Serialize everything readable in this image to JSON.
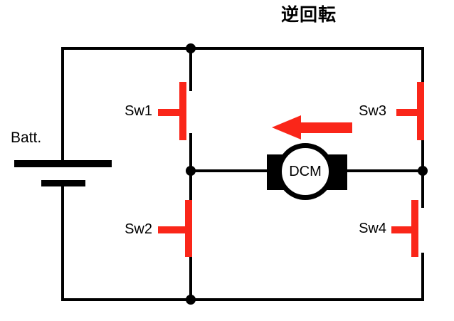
{
  "title": "逆回転",
  "colors": {
    "wire": "#000000",
    "active": "#fa2619"
  },
  "battery": {
    "label": "Batt."
  },
  "motor": {
    "label": "DCM"
  },
  "arrow": {
    "direction": "left",
    "meaning": "current / rotation direction"
  },
  "switches": [
    {
      "label": "Sw1",
      "state": "open"
    },
    {
      "label": "Sw2",
      "state": "closed"
    },
    {
      "label": "Sw3",
      "state": "closed"
    },
    {
      "label": "Sw4",
      "state": "open"
    }
  ]
}
